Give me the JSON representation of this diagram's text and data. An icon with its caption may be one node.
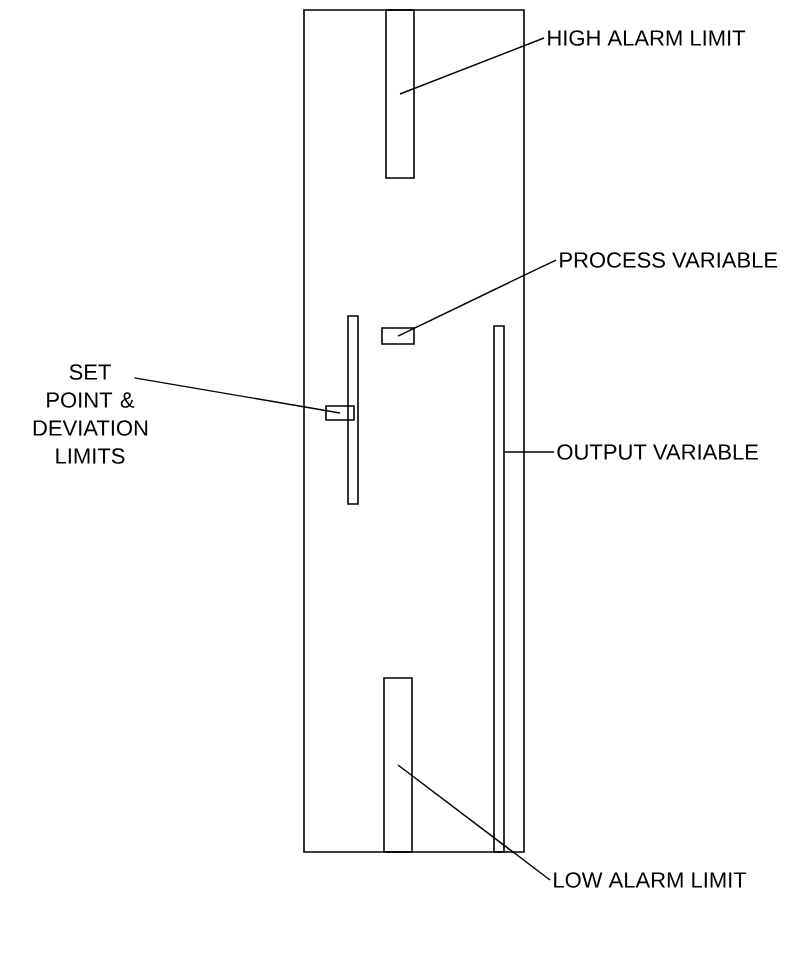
{
  "diagram": {
    "nodes": [
      {
        "text": [],
        "shape": "box"
      },
      {
        "text": [],
        "shape": "bar",
        "in": 0
      },
      {
        "text": [],
        "shape": "bar",
        "in": 0
      },
      {
        "text": [],
        "shape": "box",
        "in": 0
      },
      {
        "text": [],
        "shape": "box",
        "in": 0
      },
      {
        "text": [],
        "shape": "bar",
        "in": 0
      },
      {
        "text": [],
        "shape": "bar",
        "in": 0
      },
      {
        "text": [
          "HIGH ALARM LIMIT"
        ]
      },
      {
        "text": [
          "PROCESS VARIABLE"
        ]
      },
      {
        "text": [
          "SET POINT & DEVIATION LIMITS"
        ]
      },
      {
        "text": [
          "OUTPUT VARIABLE"
        ]
      },
      {
        "text": [
          "LOW ALARM LIMIT"
        ]
      }
    ],
    "edges": [
      {
        "from": 7,
        "to": 1,
        "arrow": "none"
      },
      {
        "from": 8,
        "to": 4,
        "arrow": "none"
      },
      {
        "from": 9,
        "to": 3,
        "arrow": "none"
      },
      {
        "from": 10,
        "to": 5,
        "arrow": "none"
      },
      {
        "from": 11,
        "to": 6,
        "arrow": "none"
      }
    ]
  }
}
